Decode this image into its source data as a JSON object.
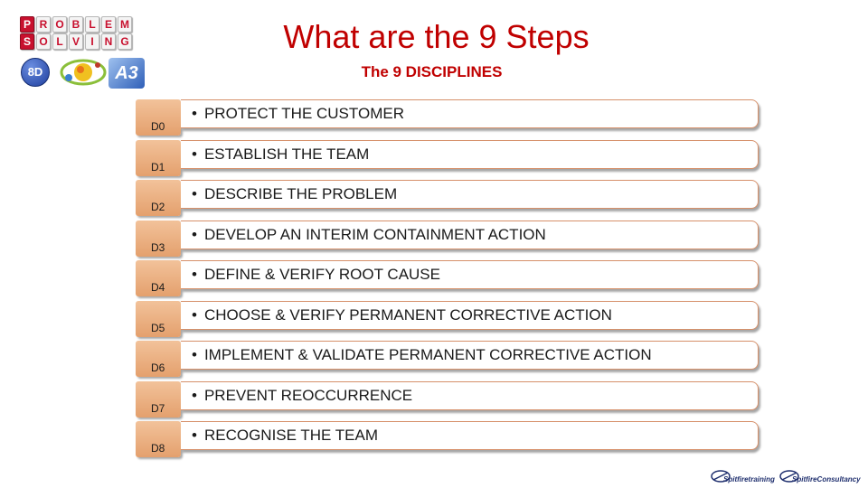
{
  "title": "What are the 9 Steps",
  "subtitle": "The 9 DISCIPLINES",
  "logo": {
    "top_tiles": [
      "P",
      "R",
      "O",
      "B",
      "L",
      "E",
      "M"
    ],
    "bottom_tiles": [
      "S",
      "O",
      "L",
      "V",
      "I",
      "N",
      "G"
    ],
    "badge_8d": "8D",
    "badge_a3": "A3"
  },
  "steps": [
    {
      "code": "D0",
      "text": "PROTECT THE CUSTOMER"
    },
    {
      "code": "D1",
      "text": "ESTABLISH THE TEAM"
    },
    {
      "code": "D2",
      "text": "DESCRIBE THE PROBLEM"
    },
    {
      "code": "D3",
      "text": "DEVELOP AN INTERIM CONTAINMENT ACTION"
    },
    {
      "code": "D4",
      "text": "DEFINE & VERIFY ROOT CAUSE"
    },
    {
      "code": "D5",
      "text": "CHOOSE & VERIFY PERMANENT CORRECTIVE ACTION"
    },
    {
      "code": "D6",
      "text": "IMPLEMENT & VALIDATE PERMANENT CORRECTIVE ACTION"
    },
    {
      "code": "D7",
      "text": "PREVENT REOCCURRENCE"
    },
    {
      "code": "D8",
      "text": "RECOGNISE THE TEAM"
    }
  ],
  "bullet": "•",
  "footer": {
    "logo_left": "Spitfiretraining",
    "logo_right": "SpitfireConsultancy"
  },
  "colors": {
    "title": "#c00000",
    "label_fill": "#e8a878",
    "bar_border": "#d6906a"
  }
}
